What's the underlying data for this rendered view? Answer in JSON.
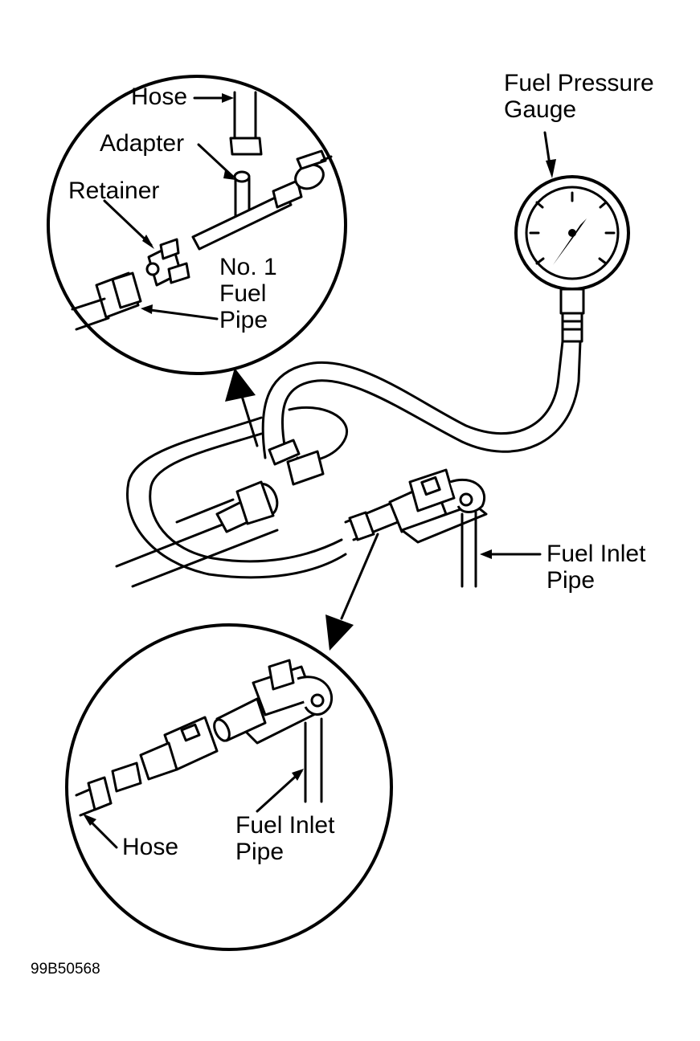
{
  "labels": {
    "detail1_hose": "Hose",
    "detail1_adapter": "Adapter",
    "detail1_retainer": "Retainer",
    "detail1_pipe": "No. 1\nFuel\nPipe",
    "gauge": "Fuel Pressure\nGauge",
    "main_inlet_pipe": "Fuel Inlet\nPipe",
    "detail2_inlet_pipe": "Fuel Inlet\nPipe",
    "detail2_hose": "Hose"
  },
  "figure_code": "99B50568",
  "colors": {
    "line": "#000000",
    "background": "#ffffff"
  }
}
